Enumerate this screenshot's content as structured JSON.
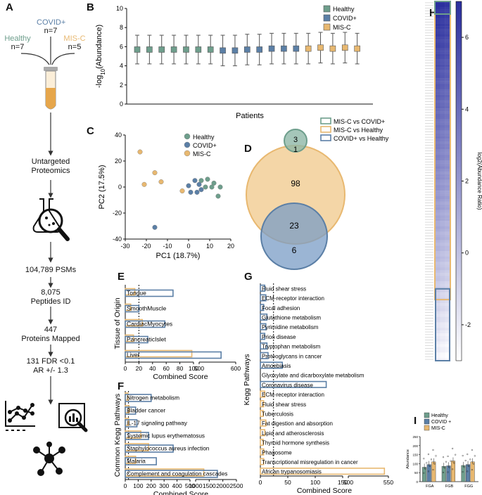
{
  "panel_letters": [
    "A",
    "B",
    "C",
    "D",
    "E",
    "F",
    "G",
    "H",
    "I"
  ],
  "colors": {
    "healthy": "#6e9e8c",
    "covid": "#5b7fa6",
    "misc": "#e8b870",
    "healthy_light": "#8fb8a8",
    "covid_light": "#7a9cc6",
    "misc_light": "#f2cf98",
    "heat_low": "#ffffff",
    "heat_high": "#2b2f9e"
  },
  "workflow": {
    "covid_label": "COVID+",
    "covid_n": "n=7",
    "healthy_label": "Healthy",
    "healthy_n": "n=7",
    "misc_label": "MIS-C",
    "misc_n": "n=5",
    "step1": "Untargeted\nProteomics",
    "step2": "104,789 PSMs",
    "step3": "8,075\nPeptides ID",
    "step4": "447\nProteins Mapped",
    "step5": "131 FDR <0.1\nAR +/- 1.3",
    "icons": [
      "tube-icon",
      "flask-icon",
      "line-chart-icon",
      "analysis-icon",
      "network-icon"
    ]
  },
  "chart_data": [
    {
      "id": "B",
      "type": "scatter",
      "xlabel": "Patients",
      "ylabel": "-log10(Abundance)",
      "ylim": [
        0,
        10
      ],
      "yticks": [
        0,
        2,
        4,
        6,
        8,
        10
      ],
      "legend": [
        "Healthy",
        "COVID+",
        "MIS-C"
      ],
      "legend_position": "top-right",
      "series": [
        {
          "name": "Healthy",
          "values": [
            5.7,
            5.7,
            5.7,
            5.7,
            5.7,
            5.7,
            5.7
          ],
          "err_low": [
            1.5,
            1.5,
            1.5,
            1.5,
            1.5,
            1.5,
            1.5
          ],
          "err_high": [
            1.5,
            1.5,
            1.5,
            1.5,
            1.5,
            1.5,
            1.5
          ]
        },
        {
          "name": "COVID+",
          "values": [
            5.6,
            5.6,
            5.7,
            5.7,
            5.8,
            5.8,
            5.8
          ],
          "err_low": [
            1.6,
            1.6,
            1.6,
            1.6,
            1.6,
            1.6,
            1.6
          ],
          "err_high": [
            1.6,
            1.6,
            1.6,
            1.6,
            1.6,
            1.6,
            1.6
          ]
        },
        {
          "name": "MIS-C",
          "values": [
            5.8,
            5.9,
            5.8,
            5.9,
            5.8
          ],
          "err_low": [
            1.6,
            1.6,
            1.6,
            1.6,
            1.6
          ],
          "err_high": [
            1.6,
            1.6,
            1.6,
            1.6,
            1.6
          ]
        }
      ]
    },
    {
      "id": "C",
      "type": "scatter",
      "xlabel": "PC1 (18.7%)",
      "ylabel": "PC2 (17.5%)",
      "xlim": [
        -30,
        20
      ],
      "ylim": [
        -40,
        40
      ],
      "xticks": [
        -30,
        -20,
        -10,
        0,
        10,
        20
      ],
      "yticks": [
        -40,
        -20,
        0,
        20,
        40
      ],
      "legend": [
        "Healthy",
        "COVID+",
        "MIS-C"
      ],
      "legend_position": "top-right",
      "series": [
        {
          "name": "Healthy",
          "points": [
            [
              6,
              5
            ],
            [
              9,
              6
            ],
            [
              12,
              3
            ],
            [
              11,
              0
            ],
            [
              8,
              0
            ],
            [
              15,
              0
            ],
            [
              14,
              -7
            ]
          ]
        },
        {
          "name": "COVID+",
          "points": [
            [
              0,
              1
            ],
            [
              3,
              5
            ],
            [
              5,
              2
            ],
            [
              6,
              -2
            ],
            [
              1,
              -4
            ],
            [
              4,
              -4
            ],
            [
              -16,
              -31
            ]
          ]
        },
        {
          "name": "MIS-C",
          "points": [
            [
              -23,
              27
            ],
            [
              -16,
              11
            ],
            [
              -21,
              2
            ],
            [
              -13,
              4
            ],
            [
              -3,
              -3
            ]
          ]
        }
      ]
    },
    {
      "id": "D",
      "type": "venn",
      "sets": [
        "MIS-C vs COVID+",
        "MIS-C vs Healthy",
        "COVID+ vs Healthy"
      ],
      "regions": {
        "misc_covid_only": 3,
        "misc_covid_and_misc_healthy": 1,
        "misc_healthy_only": 98,
        "misc_healthy_and_covid_healthy": 23,
        "covid_healthy_only": 6
      }
    },
    {
      "id": "E",
      "type": "bar",
      "ylabel": "Tissue of Origin",
      "xlabel": "Combined Score",
      "xticks": [
        "0",
        "20",
        "40",
        "60",
        "80",
        "100",
        "500",
        "600"
      ],
      "categories": [
        "Tongue",
        "SmoothMuscle",
        "CardiacMyocytes",
        "PancreaticIslet",
        "Liver"
      ],
      "series": [
        {
          "name": "MIS-C vs Healthy",
          "values": [
            14,
            8,
            25,
            12,
            480
          ]
        },
        {
          "name": "COVID+ vs Healthy",
          "values": [
            70,
            20,
            58,
            33,
            560
          ]
        }
      ]
    },
    {
      "id": "F",
      "type": "bar",
      "ylabel": "Common Kegg Pathways",
      "xlabel": "Combined Score",
      "xticks": [
        "0",
        "100",
        "200",
        "300",
        "400",
        "500",
        "1000",
        "1500",
        "2000",
        "2500"
      ],
      "categories": [
        "Nitrogen metabolism",
        "Bladder cancer",
        "IL-17 signaling pathway",
        "Systemic lupus erythematosus",
        "Staphylococcus aureus infection",
        "Malaria",
        "Complement and coagulation cascades"
      ],
      "series": [
        {
          "name": "MIS-C vs Healthy",
          "values": [
            20,
            30,
            25,
            120,
            180,
            80,
            1300
          ]
        },
        {
          "name": "COVID+ vs Healthy",
          "values": [
            200,
            80,
            90,
            180,
            370,
            240,
            1800
          ]
        }
      ]
    },
    {
      "id": "G",
      "type": "bar",
      "ylabel": "Kegg Pathways",
      "xlabel": "Combined Score",
      "xticks": [
        "0",
        "50",
        "100",
        "150",
        "500",
        "550"
      ],
      "categories": [
        "Fluid shear stress",
        "ECM-receptor interaction",
        "Focal adhesion",
        "Glutathione metabolism",
        "Pyrimidine metabolism",
        "Prion disease",
        "Tryptophan metabolism",
        "Proteoglycans in cancer",
        "Amoebiasis",
        "Glyoxylate and dicarboxylate metabolism",
        "Coronavirus disease",
        "ECM-receptor interaction",
        "Fluid shear stress",
        "Tuberculosis",
        "Fat digestion and absorption",
        "Lipid and atherosclerosis",
        "Thyroid hormone synthesis",
        "Phagosome",
        "Transcriptional misregulation in cancer",
        "African trypanosomiasis"
      ],
      "series": [
        {
          "name": "COVID+ vs Healthy",
          "values": [
            8,
            10,
            6,
            12,
            10,
            8,
            12,
            14,
            40,
            0,
            120,
            0,
            0,
            0,
            0,
            0,
            0,
            0,
            0,
            0
          ]
        },
        {
          "name": "MIS-C vs Healthy",
          "values": [
            0,
            0,
            0,
            0,
            0,
            0,
            0,
            0,
            0,
            0,
            0,
            8,
            6,
            5,
            10,
            8,
            5,
            6,
            6,
            545
          ]
        }
      ]
    },
    {
      "id": "H",
      "type": "heatmap",
      "colorbar_label": "log2(Abundance Ratio)",
      "colorbar_ticks": [
        -2,
        0,
        2,
        4,
        6
      ],
      "clim": [
        -3,
        7
      ],
      "row_count_note": "131 proteins"
    },
    {
      "id": "I",
      "type": "bar",
      "ylabel": "Abundance",
      "yticks": [
        0,
        50,
        100,
        150,
        200,
        250
      ],
      "categories": [
        "FGA",
        "FGB",
        "FGG"
      ],
      "legend": [
        "Healthy",
        "COVID +",
        "MIS-C"
      ],
      "series": [
        {
          "name": "Healthy",
          "values": [
            80,
            85,
            90
          ]
        },
        {
          "name": "COVID +",
          "values": [
            95,
            88,
            95
          ]
        },
        {
          "name": "MIS-C",
          "values": [
            110,
            115,
            110
          ]
        }
      ]
    }
  ]
}
